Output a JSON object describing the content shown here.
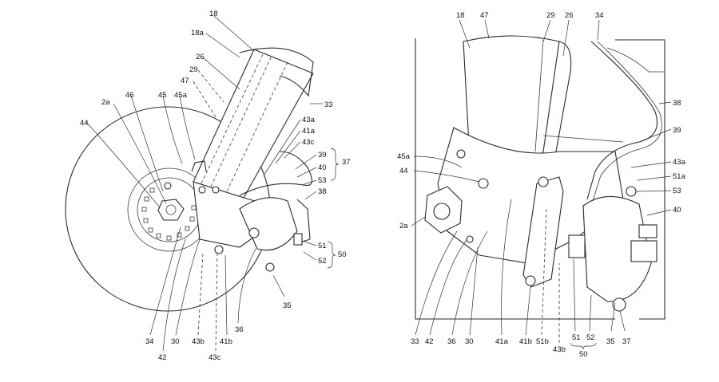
{
  "left_figure": {
    "labels": [
      "18",
      "18a",
      "26",
      "29",
      "47",
      "33",
      "2a",
      "46",
      "45",
      "45a",
      "44",
      "43a",
      "41a",
      "43c",
      "39",
      "40",
      "37",
      "53",
      "38",
      "51",
      "50",
      "52",
      "35",
      "34",
      "42",
      "30",
      "43b",
      "43c",
      "41b",
      "36"
    ]
  },
  "right_figure": {
    "labels": [
      "18",
      "47",
      "29",
      "26",
      "34",
      "38",
      "39",
      "45a",
      "44",
      "43a",
      "51a",
      "53",
      "2a",
      "40",
      "33",
      "42",
      "36",
      "30",
      "41a",
      "41b",
      "51b",
      "43b",
      "51",
      "52",
      "50",
      "35",
      "37"
    ]
  }
}
